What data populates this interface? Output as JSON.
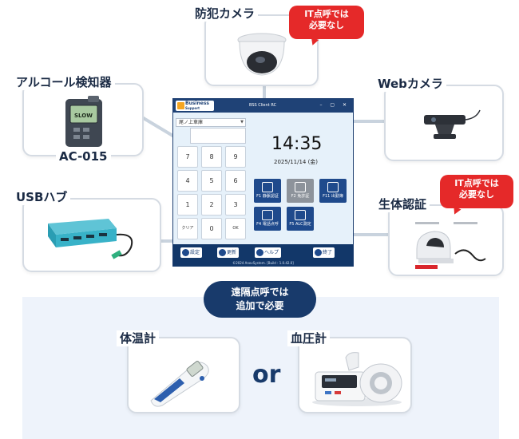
{
  "devices": {
    "camera": {
      "label": "防犯カメラ"
    },
    "alcohol": {
      "label": "アルコール検知器",
      "model": "AC-015",
      "display": "SLOW"
    },
    "webcam": {
      "label": "Webカメラ"
    },
    "usb_hub": {
      "label": "USBハブ"
    },
    "biometric": {
      "label": "生体認証"
    },
    "thermometer": {
      "label": "体温計"
    },
    "blood_pressure": {
      "label": "血圧計"
    }
  },
  "bubbles": {
    "camera": [
      "IT点呼では",
      "必要なし"
    ],
    "biometric": [
      "IT点呼では",
      "必要なし"
    ]
  },
  "remote_note": [
    "遠隔点呼では",
    "追加で必要"
  ],
  "or_label": "or",
  "app": {
    "logo": [
      "Business",
      "Support System"
    ],
    "window_title": "BSS Client RC",
    "window_buttons": "– ▢ ✕",
    "office": "尾ノ上車庫",
    "time": "14:35",
    "date": "2025/11/14 (金)",
    "keys": [
      "7",
      "8",
      "9",
      "4",
      "5",
      "6",
      "1",
      "2",
      "3",
      "クリア",
      "0",
      "OK"
    ],
    "function_buttons": [
      {
        "label": "F1 静脈認証"
      },
      {
        "label": "F2 免許証"
      },
      {
        "label": "F11 出勤簿"
      },
      {
        "label": "F4 電話点呼"
      },
      {
        "label": "F5 ALC測定"
      }
    ],
    "toolbar": {
      "settings": "設定",
      "update": "更新",
      "help": "ヘルプ",
      "exit": "終了"
    },
    "footer": "©2024 AnovSystem. [Build : 1.0.42.0]"
  }
}
